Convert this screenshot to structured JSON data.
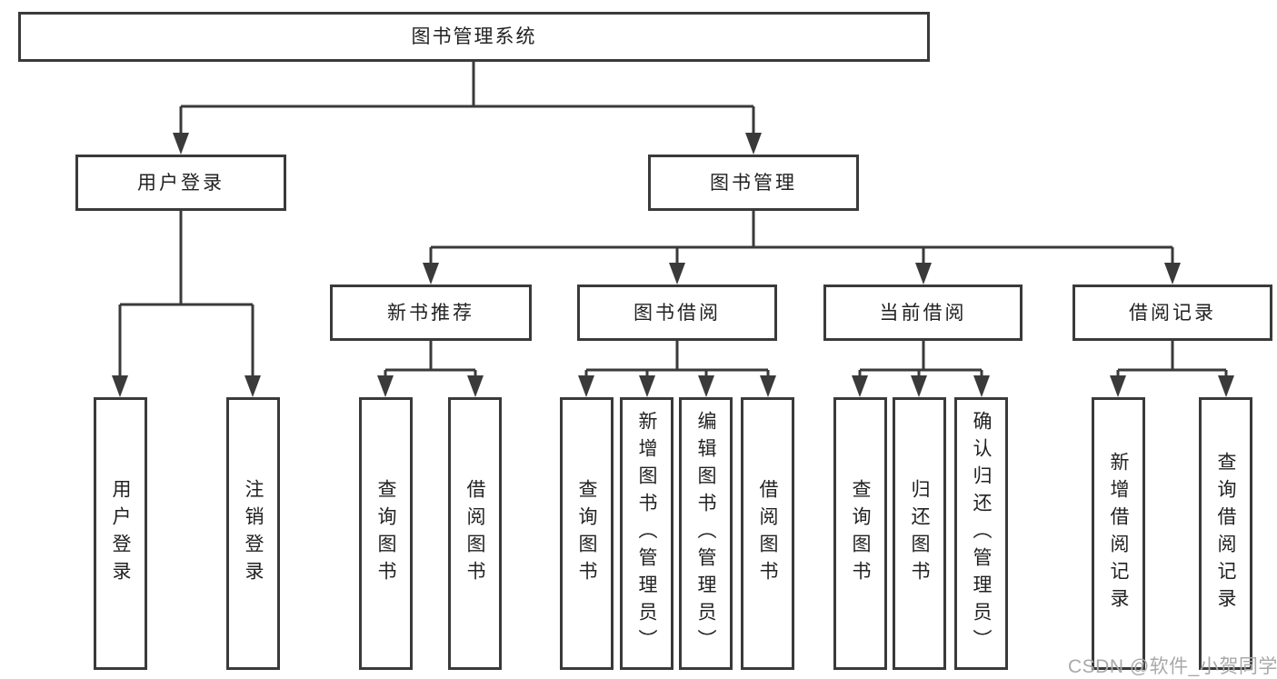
{
  "chart": {
    "type": "hierarchy-tree",
    "root": "图书管理系统",
    "level1": [
      {
        "label": "用户登录"
      },
      {
        "label": "图书管理"
      }
    ],
    "level2": [
      {
        "label": "新书推荐"
      },
      {
        "label": "图书借阅"
      },
      {
        "label": "当前借阅"
      },
      {
        "label": "借阅记录"
      }
    ],
    "leaves": {
      "user_login": [
        "用户登录",
        "注销登录"
      ],
      "new_book_recommend": [
        "查询图书",
        "借阅图书"
      ],
      "book_borrow": [
        "查询图书",
        "新增图书（管理员）",
        "编辑图书（管理员）",
        "借阅图书"
      ],
      "current_borrow": [
        "查询图书",
        "归还图书",
        "确认归还（管理员）"
      ],
      "borrow_records": [
        "新增借阅记录",
        "查询借阅记录"
      ]
    }
  },
  "watermark": {
    "text": "CSDN @软件_小贺同学"
  },
  "colors": {
    "line": "#3a3a3a",
    "box_border": "#3a3a3a",
    "text": "#222222",
    "background": "#ffffff",
    "watermark": "#a9a9a9"
  }
}
